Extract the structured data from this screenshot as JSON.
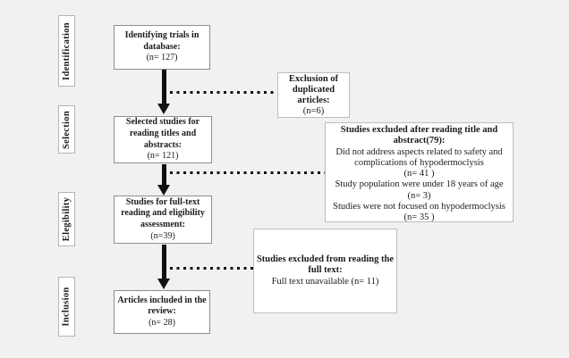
{
  "diagram": {
    "stages": [
      {
        "label": "Identification"
      },
      {
        "label": "Selection"
      },
      {
        "label": "Elegibility"
      },
      {
        "label": "Inclusion"
      }
    ],
    "flow_boxes": [
      {
        "title": "Identifying trials in\ndatabase:",
        "count": "(n= 127)"
      },
      {
        "title": "Selected studies for\nreading titles and\nabstracts:",
        "count": "(n= 121)"
      },
      {
        "title": "Studies for full-text\nreading and eligibility\nassessment:",
        "count": "(n=39)"
      },
      {
        "title": "Articles included in the\nreview:",
        "count": "(n= 28)"
      }
    ],
    "exclusions": {
      "duplicates": {
        "title": "Exclusion of\nduplicated\narticles:",
        "count": "(n=6)"
      },
      "title_abstract": {
        "title": "Studies excluded after reading title and\nabstract(79):",
        "reasons": [
          {
            "text": "Did not address aspects related to safety and\ncomplications of hypodermoclysis",
            "count": "(n= 41 )"
          },
          {
            "text": "Study population were under 18 years of age",
            "count": "(n= 3)"
          },
          {
            "text": "Studies were not focused on hypodermoclysis",
            "count": "(n= 35 )"
          }
        ]
      },
      "full_text": {
        "title": "Studies excluded from reading the\nfull text:",
        "detail": "Full text unavailable (n= 11)"
      }
    },
    "colors": {
      "background": "#f1f1ef",
      "box_fill": "#ffffff",
      "flow_box_border": "#8e8e8e",
      "side_box_border": "#bdbdbd",
      "arrow": "#111111",
      "text": "#1b1b1b"
    }
  }
}
